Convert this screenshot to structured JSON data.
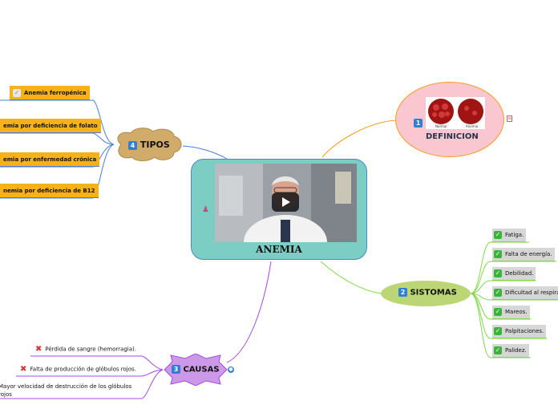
{
  "center": {
    "title": "ANEMIA"
  },
  "definicion": {
    "number": "1",
    "title": "DEFINICION",
    "image_labels": [
      "Normal",
      "Anemia"
    ]
  },
  "sistomas": {
    "number": "2",
    "title": "SISTOMAS",
    "items": [
      "Fatiga.",
      "Falta de energía.",
      "Debilidad.",
      "Dificultad al respirar",
      "Mareos.",
      "Palpitaciones.",
      "Palidez."
    ]
  },
  "causas": {
    "number": "3",
    "title": "CAUSAS",
    "items": [
      "Pérdida de sangre (hemorragia).",
      "Falta de producción de glóbulos rojos.",
      "Mayor velocidad de destrucción de los glóbulos",
      "rojos"
    ]
  },
  "tipos": {
    "number": "4",
    "title": "TIPOS",
    "items": [
      "Anemia ferropénica",
      "emia por deficiencia de folato",
      "emia por enfermedad crónica",
      "nemia por deficiencia de B12"
    ]
  },
  "colors": {
    "tipos": "#4a7fd0",
    "definicion": "#f0a020",
    "sistomas": "#7fd94a",
    "causas": "#a64be0",
    "center_fill": "#7ccdc4"
  }
}
